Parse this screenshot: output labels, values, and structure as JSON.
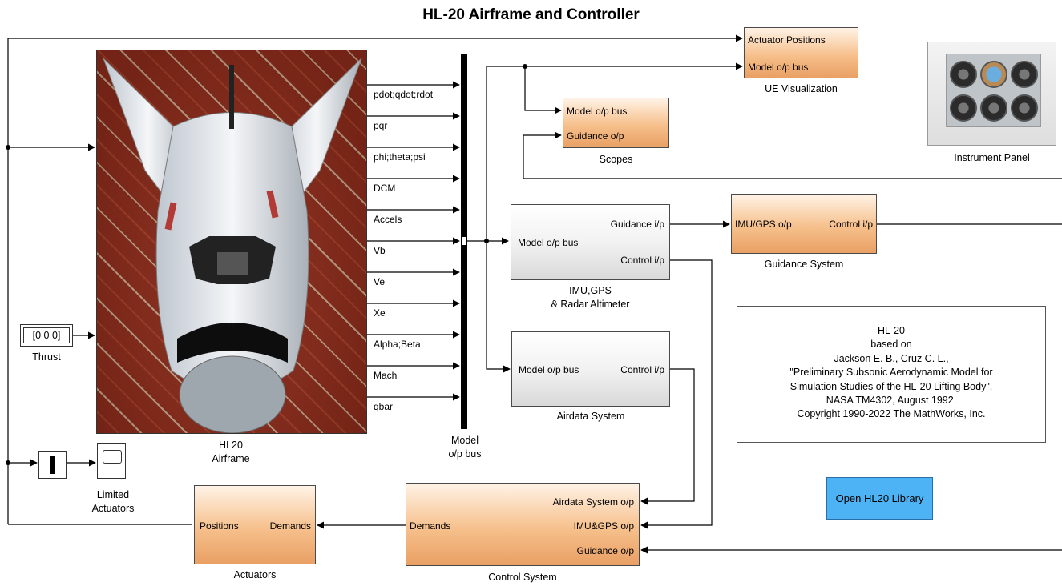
{
  "title": "HL-20 Airframe and Controller",
  "airframe": {
    "caption_line1": "HL20",
    "caption_line2": "Airframe",
    "outputs": [
      "pdot;qdot;rdot",
      "pqr",
      "phi;theta;psi",
      "DCM",
      "Accels",
      "Vb",
      "Ve",
      "Xe",
      "Alpha;Beta",
      "Mach",
      "qbar"
    ]
  },
  "bus": {
    "caption_line1": "Model",
    "caption_line2": "o/p bus"
  },
  "thrust": {
    "value": "[0 0 0]",
    "caption": "Thrust"
  },
  "limited_actuators": {
    "caption_line1": "Limited",
    "caption_line2": "Actuators"
  },
  "ue_visualization": {
    "port1": "Actuator Positions",
    "port2": "Model o/p  bus",
    "caption": "UE Visualization"
  },
  "scopes": {
    "port1": "Model o/p bus",
    "port2": "Guidance o/p",
    "caption": "Scopes"
  },
  "instrument_panel": {
    "caption": "Instrument Panel"
  },
  "imu": {
    "in_port": "Model o/p bus",
    "out_port1": "Guidance i/p",
    "out_port2": "Control i/p",
    "caption_line1": "IMU,GPS",
    "caption_line2": "& Radar Altimeter"
  },
  "guidance": {
    "in_port": "IMU/GPS o/p",
    "out_port": "Control i/p",
    "caption": "Guidance System"
  },
  "airdata": {
    "in_port": "Model o/p bus",
    "out_port": "Control i/p",
    "caption": "Airdata System"
  },
  "control": {
    "in1": "Airdata System o/p",
    "in2": "IMU&GPS o/p",
    "in3": "Guidance o/p",
    "out_port": "Demands",
    "caption": "Control System"
  },
  "actuators": {
    "in_port": "Positions",
    "out_port": "Demands",
    "caption": "Actuators"
  },
  "notes": {
    "lines": [
      "HL-20",
      "based on",
      "Jackson E. B., Cruz C. L.,",
      "\"Preliminary Subsonic Aerodynamic Model for",
      "Simulation Studies of the HL-20 Lifting Body\",",
      "NASA TM4302, August 1992.",
      "Copyright 1990-2022 The MathWorks, Inc."
    ]
  },
  "library_button": {
    "label": "Open HL20 Library"
  },
  "colors": {
    "subsystem": "#f6c08c",
    "library_button": "#4db3f5",
    "wire": "#000000"
  }
}
